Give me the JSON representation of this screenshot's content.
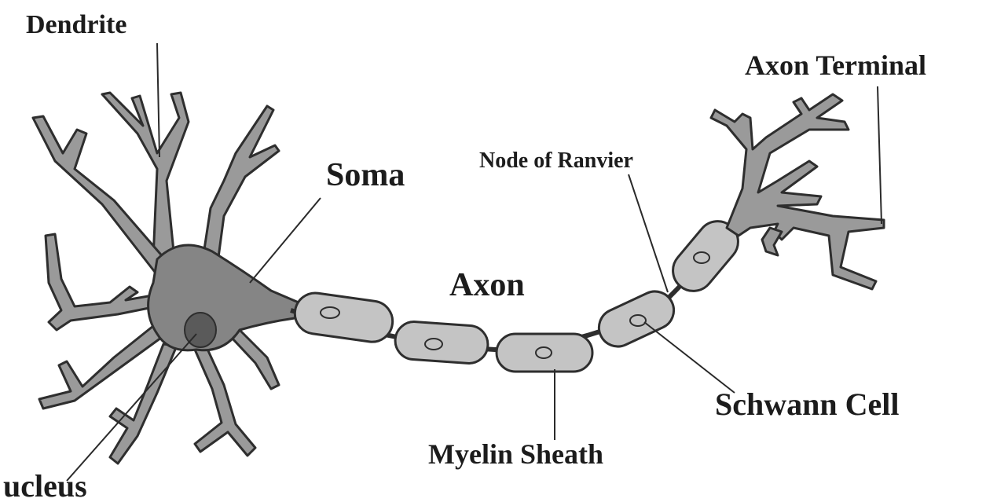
{
  "labels": {
    "dendrite": "Dendrite",
    "axon_terminal": "Axon Terminal",
    "soma": "Soma",
    "node_of_ranvier": "Node of Ranvier",
    "axon": "Axon",
    "schwann_cell": "Schwann Cell",
    "myelin_sheath": "Myelin Sheath",
    "nucleus": "ucleus"
  },
  "colors": {
    "cell_fill": "#9a9a9a",
    "soma_fill": "#858585",
    "sheath_fill": "#c4c4c4",
    "outline": "#2e2e2e",
    "text": "#1c1c1c",
    "nucleus_fill": "#5a5a5a"
  }
}
